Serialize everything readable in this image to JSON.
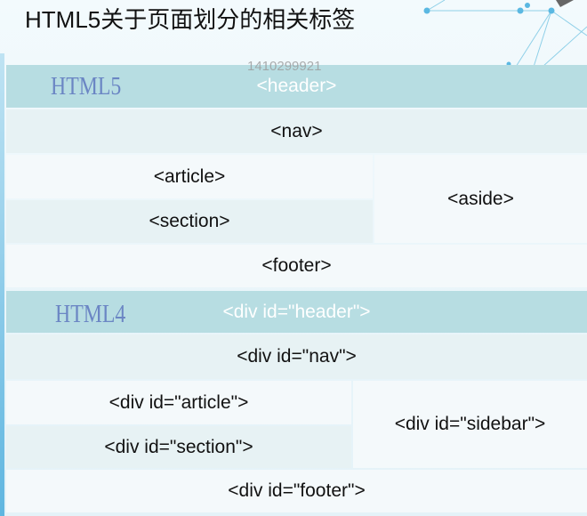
{
  "title": "HTML5关于页面划分的相关标签",
  "watermark": "1410299921",
  "html5": {
    "label": "HTML5",
    "header": "<header>",
    "nav": "<nav>",
    "article": "<article>",
    "section": "<section>",
    "aside": "<aside>",
    "footer": "<footer>"
  },
  "html4": {
    "label": "HTML4",
    "header": "<div id=\"header\">",
    "nav": "<div id=\"nav\">",
    "article": "<div id=\"article\">",
    "section": "<div id=\"section\">",
    "sidebar": "<div id=\"sidebar\">",
    "footer": "<div id=\"footer\">"
  }
}
